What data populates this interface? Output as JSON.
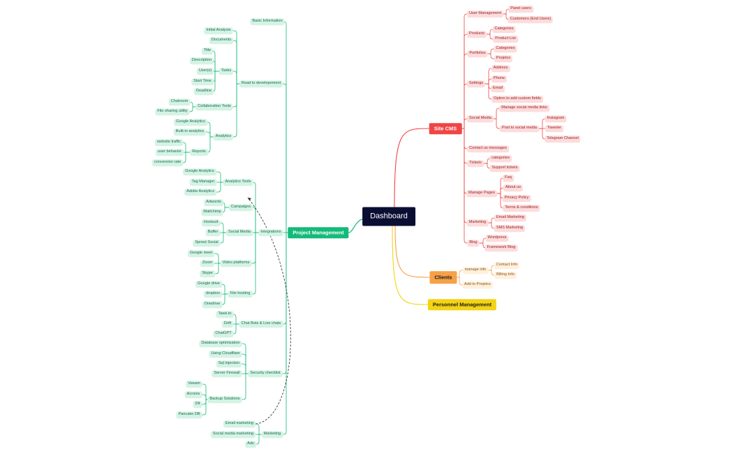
{
  "root": "Dashboard",
  "colors": {
    "pm": "#14ba7a",
    "site": "#f04545",
    "clients": "#f6a148",
    "personnel": "#f2d414",
    "root": "#0a0e32"
  },
  "branches": {
    "pm": {
      "label": "Project Management",
      "basic_information": "Basic Information",
      "road": {
        "label": "Road to developement",
        "initial_analysis": "Initial Analysis",
        "documents": "Documents",
        "tasks": {
          "label": "Tasks",
          "items": [
            "Title",
            "Description",
            "User(s)",
            "Start Time",
            "Deadline"
          ]
        },
        "collaboration": {
          "label": "Collaboration Tools",
          "items": [
            "Chatroom",
            "File sharing utility"
          ]
        },
        "analytics": {
          "label": "Analytics",
          "google_analytics": "Google Analytics",
          "built_in": "Built-in analytics",
          "reports": {
            "label": "Reports",
            "items": [
              "website traffic",
              "user behavior",
              "conversion rate"
            ]
          }
        }
      },
      "integrations": {
        "label": "Integrations",
        "analytics_tools": {
          "label": "Analytics Tools",
          "items": [
            "Google Analytics",
            "Tag Manager",
            "Adobe Analytics"
          ]
        },
        "campaigns": {
          "label": "Campaigns",
          "items": [
            "Adwords",
            "Mailchimp"
          ]
        },
        "social_media": {
          "label": "Social Media",
          "items": [
            "Hootsuit",
            "Buffer",
            "Sprout Social"
          ]
        },
        "video_platforms": {
          "label": "Video platforms",
          "items": [
            "Google meet",
            "Zoom",
            "Skype"
          ]
        },
        "file_hosting": {
          "label": "File hosting",
          "items": [
            "Google drive",
            "dropbox",
            "Onedrive"
          ]
        }
      },
      "chatbots": {
        "label": "Chat Bots & Live chats",
        "items": [
          "Tawk.to",
          "Drift",
          "ChatGPT"
        ]
      },
      "security": {
        "label": "Security checklist",
        "items": [
          "Database optimization",
          "Using Cloudflare",
          "Sql Injection",
          "Server Firewall"
        ],
        "backup": {
          "label": "Backup Solutions",
          "items": [
            "Veeam",
            "Acronis",
            "Dlt",
            "Pancake DB"
          ]
        }
      },
      "marketing": {
        "label": "Marketing",
        "items": [
          "Email marketing",
          "Social media marketing",
          "Ads"
        ]
      }
    },
    "site": {
      "label": "Site CMS",
      "user_management": {
        "label": "User Management",
        "items": [
          "Panel users",
          "Customers (End Users)"
        ]
      },
      "products": {
        "label": "Products",
        "items": [
          "Categories",
          "Product List"
        ]
      },
      "portfolios": {
        "label": "Portfolios",
        "items": [
          "Categories",
          "Projetcs"
        ]
      },
      "settings": {
        "label": "Settings",
        "items": [
          "Address",
          "Phone",
          "Email",
          "Option to add custom fields"
        ]
      },
      "social": {
        "label": "Social Media",
        "manage": "Manage social media links",
        "post": {
          "label": "Post to social media",
          "items": [
            "Instagram",
            "Tweeter",
            "Telegram Channel"
          ]
        }
      },
      "contact": "Contact us messages",
      "tickets": {
        "label": "Tickets",
        "items": [
          "categories",
          "Support tickets"
        ]
      },
      "manage_pages": {
        "label": "Manage Pages",
        "items": [
          "Faq",
          "About us",
          "Privacy Policy",
          "Terms & conditions"
        ]
      },
      "marketing": {
        "label": "Marketing",
        "items": [
          "Email Marketing",
          "SMS Marketing"
        ]
      },
      "blog": {
        "label": "Blog",
        "items": [
          "Wordpress",
          "Framework Blog"
        ]
      }
    },
    "clients": {
      "label": "Clients",
      "manage_info": {
        "label": "manage info",
        "items": [
          "Contact Info",
          "Billing Info"
        ]
      },
      "add_to_projects": "Add to Projetcs"
    },
    "personnel": {
      "label": "Personnel Management"
    }
  }
}
